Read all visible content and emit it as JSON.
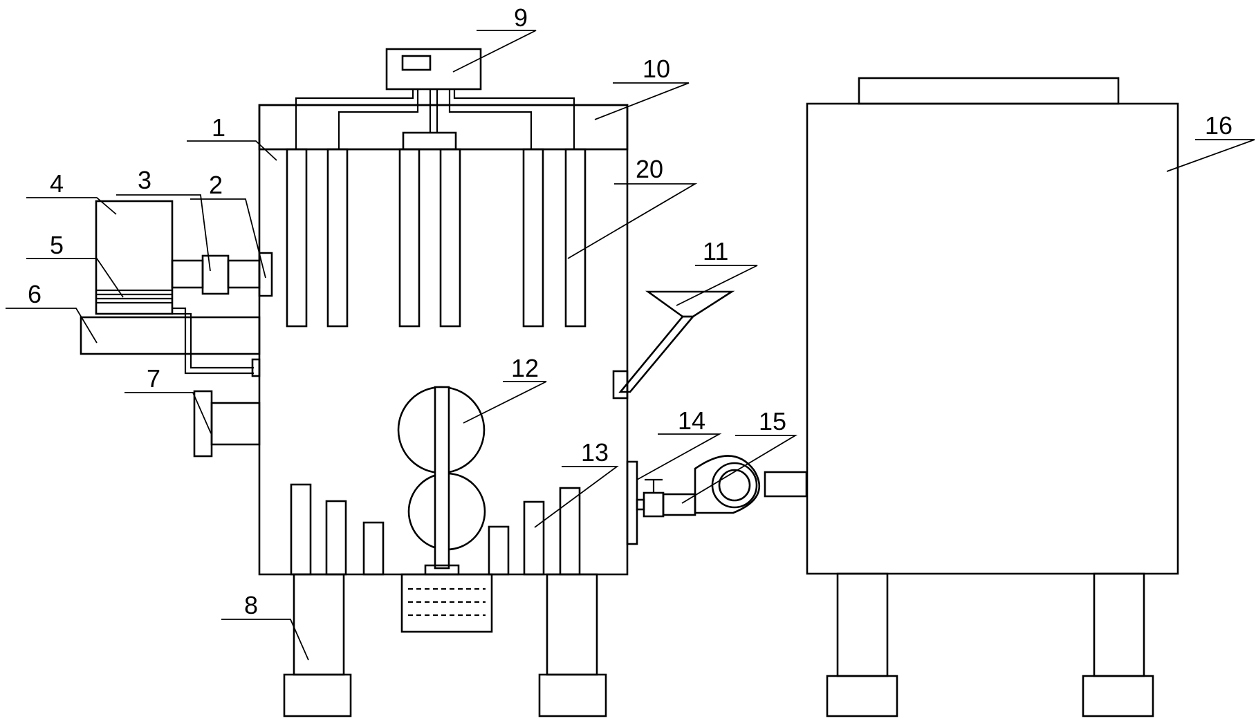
{
  "labels": {
    "l1": "1",
    "l2": "2",
    "l3": "3",
    "l4": "4",
    "l5": "5",
    "l6": "6",
    "l7": "7",
    "l8": "8",
    "l9": "9",
    "l10": "10",
    "l11": "11",
    "l12": "12",
    "l13": "13",
    "l14": "14",
    "l15": "15",
    "l16": "16",
    "l20": "20"
  }
}
